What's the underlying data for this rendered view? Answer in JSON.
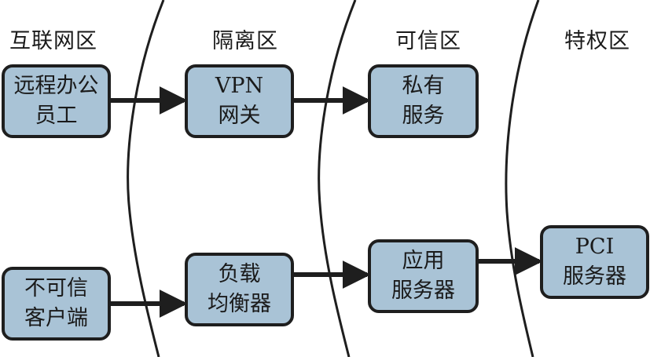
{
  "zones": [
    {
      "id": "internet",
      "label": "互联网区"
    },
    {
      "id": "dmz",
      "label": "隔离区"
    },
    {
      "id": "trusted",
      "label": "可信区"
    },
    {
      "id": "privileged",
      "label": "特权区"
    }
  ],
  "nodes": {
    "remote_worker": {
      "zone": "internet",
      "lines": [
        "远程办公",
        "员工"
      ]
    },
    "untrusted_client": {
      "zone": "internet",
      "lines": [
        "不可信",
        "客户端"
      ]
    },
    "vpn_gateway": {
      "zone": "dmz",
      "lines": [
        "VPN",
        "网关"
      ]
    },
    "load_balancer": {
      "zone": "dmz",
      "lines": [
        "负载",
        "均衡器"
      ]
    },
    "private_service": {
      "zone": "trusted",
      "lines": [
        "私有",
        "服务"
      ]
    },
    "app_server": {
      "zone": "trusted",
      "lines": [
        "应用",
        "服务器"
      ]
    },
    "pci_server": {
      "zone": "privileged",
      "lines": [
        "PCI",
        "服务器"
      ]
    }
  },
  "edges": [
    {
      "from": "remote_worker",
      "to": "vpn_gateway"
    },
    {
      "from": "vpn_gateway",
      "to": "private_service"
    },
    {
      "from": "untrusted_client",
      "to": "load_balancer"
    },
    {
      "from": "load_balancer",
      "to": "app_server"
    },
    {
      "from": "app_server",
      "to": "pci_server"
    }
  ],
  "colors": {
    "node_fill": "#a9c3d6",
    "stroke": "#1e1e1e",
    "background": "#ffffff"
  }
}
